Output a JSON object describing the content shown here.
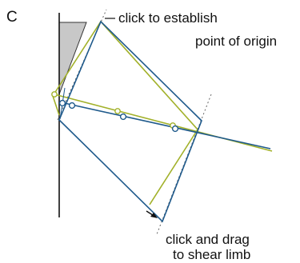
{
  "panel": {
    "label": "C"
  },
  "annotations": {
    "origin_line1": "click to establish",
    "origin_line2": "point of origin",
    "shear_line1": "click and drag",
    "shear_line2": "to shear limb"
  },
  "colors": {
    "background": "#ffffff",
    "axis": "#111111",
    "wedge_fill": "#c8c8c8",
    "blue": "#1f5a8c",
    "olive": "#a2b12a",
    "guide": "#666666",
    "text": "#111111"
  }
}
